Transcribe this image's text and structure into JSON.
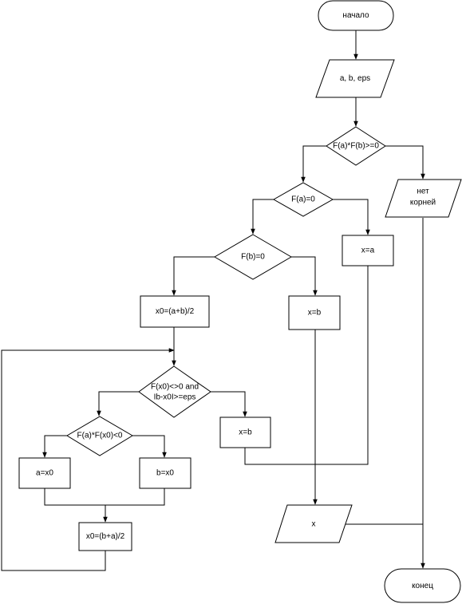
{
  "flowchart": {
    "start": "начало",
    "input": "a, b, eps",
    "cond_no_roots": "F(a)*F(b)>=0",
    "out_no_roots": [
      "нет",
      "корней"
    ],
    "cond_fa": "F(a)=0",
    "assign_x_a": "x=a",
    "cond_fb": "F(b)=0",
    "assign_x_b": "x=b",
    "init_x0": "x0=(a+b)/2",
    "cond_loop": [
      "F(x0)<>0 and",
      "Ib-x0I>=eps"
    ],
    "assign_x_b_2": "x=b",
    "cond_sign": "F(a)*F(x0)<0",
    "assign_a": "a=x0",
    "assign_b": "b=x0",
    "update_x0": "x0=(b+a)/2",
    "output_x": "x",
    "end": "конец"
  }
}
